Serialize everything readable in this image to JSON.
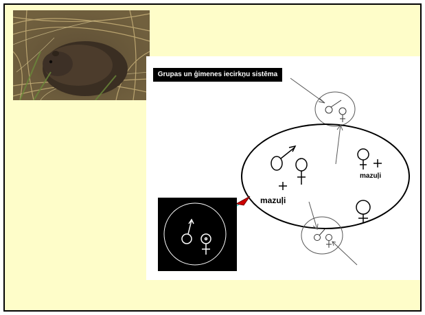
{
  "diagram": {
    "title": "Grupas un ģimenes iecirkņu sistēma",
    "label_large": "mazuļi",
    "label_small": "mazuļi"
  },
  "photo": {
    "subject": "vole-in-grass-photo"
  },
  "colors": {
    "slide_background": "#fefdc9",
    "panel_background": "#ffffff",
    "connector_cyan": "#33cccc",
    "connector_red": "#cc0000"
  }
}
